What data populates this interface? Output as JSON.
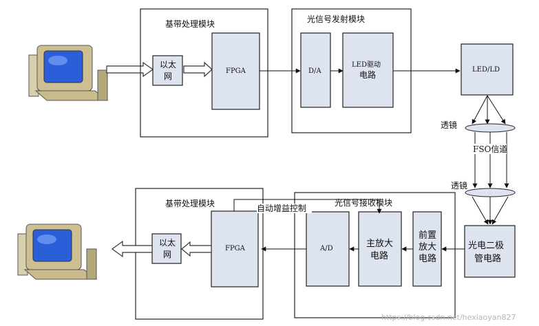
{
  "tx": {
    "title": "基带处理模块",
    "ethernet": [
      "以太",
      "网"
    ],
    "fpga": "FPGA",
    "optical_tx_title": "光信号发射模块",
    "da": "D/A",
    "led_driver": [
      "LED驱动",
      "电路"
    ],
    "led_ld": "LED/LD"
  },
  "channel": {
    "lens_top": "透镜",
    "fso": "FSO信道",
    "lens_bottom": "透镜"
  },
  "rx": {
    "title": "基带处理模块",
    "ethernet": [
      "以太",
      "网"
    ],
    "fpga": "FPGA",
    "agc": "自动增益控制",
    "optical_rx_title": "光信号接收模块",
    "ad": "A/D",
    "main_amp": [
      "主放大",
      "电路"
    ],
    "preamp": [
      "前置",
      "放大",
      "电路"
    ],
    "photodiode": [
      "光电二极",
      "管电路"
    ]
  },
  "watermark": "https://blog.csdn.net/hexiaoyan827"
}
